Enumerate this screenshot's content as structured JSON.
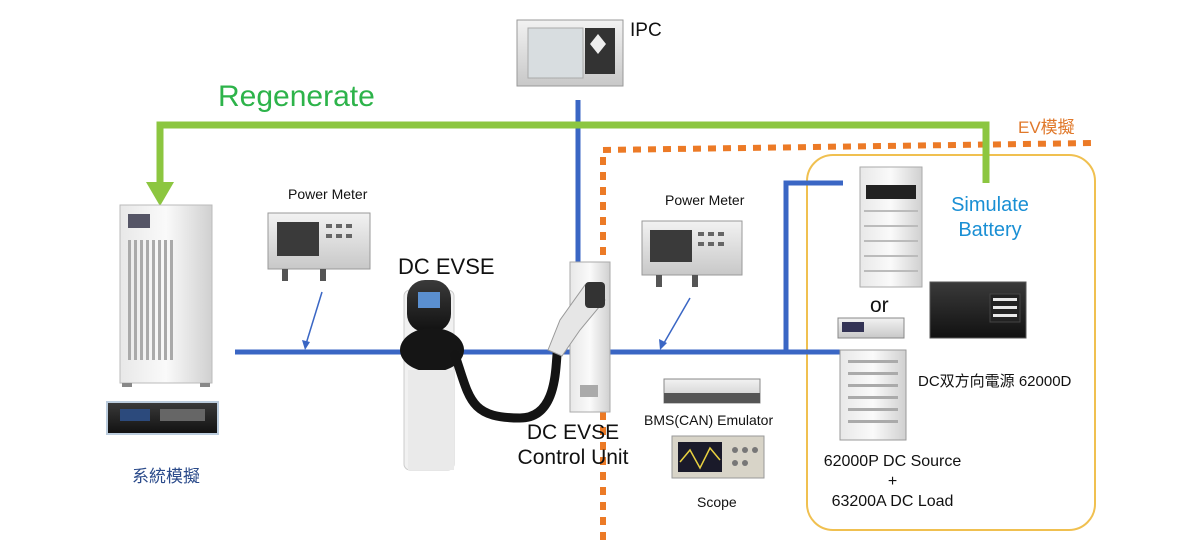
{
  "labels": {
    "ipc": "IPC",
    "regenerate": "Regenerate",
    "ev_sim": "EV模擬",
    "power_meter_left": "Power Meter",
    "power_meter_right": "Power Meter",
    "dc_evse": "DC EVSE",
    "control_unit_line1": "DC EVSE",
    "control_unit_line2": "Control Unit",
    "simulate_line1": "Simulate",
    "simulate_line2": "Battery",
    "or": "or",
    "dc_bidirectional": "DC双方向電源 62000D",
    "bms": "BMS(CAN) Emulator",
    "scope": "Scope",
    "source_load_line1": "62000P DC Source",
    "source_load_line2": "+",
    "source_load_line3": "63200A DC Load",
    "grid_sim": "系統模擬"
  },
  "colors": {
    "regen_line": "#8cc640",
    "bus_line": "#3a66c4",
    "ev_boundary": "#ec7a26",
    "ev_box": "#f0c050",
    "simulate_text": "#1a8fd4",
    "regen_text": "#2db34a",
    "ev_text": "#e0782a",
    "grid_text": "#2a4a8a"
  }
}
